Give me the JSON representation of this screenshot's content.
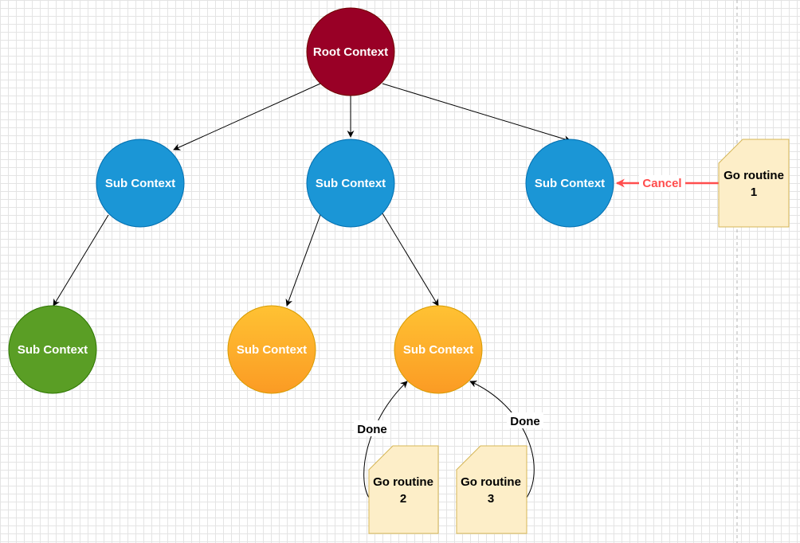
{
  "nodes": {
    "root": {
      "label": "Root Context",
      "color": "#990026"
    },
    "sub_left": {
      "label": "Sub Context",
      "color": "#1b96d6"
    },
    "sub_middle": {
      "label": "Sub Context",
      "color": "#1b96d6"
    },
    "sub_right": {
      "label": "Sub Context",
      "color": "#1b96d6"
    },
    "sub_green": {
      "label": "Sub Context",
      "color": "#5a9e25"
    },
    "sub_orange_left": {
      "label": "Sub Context",
      "color_top": "#ffc233",
      "color_bottom": "#fb9b24"
    },
    "sub_orange_right": {
      "label": "Sub Context",
      "color_top": "#ffc233",
      "color_bottom": "#fb9b24"
    }
  },
  "notes": {
    "go1": {
      "line1": "Go routine",
      "line2": "1",
      "fill": "#fdeec8",
      "stroke": "#d6b656"
    },
    "go2": {
      "line1": "Go routine",
      "line2": "2",
      "fill": "#fdeec8",
      "stroke": "#d6b656"
    },
    "go3": {
      "line1": "Go routine",
      "line2": "3",
      "fill": "#fdeec8",
      "stroke": "#d6b656"
    }
  },
  "edges": {
    "cancel": {
      "label": "Cancel",
      "color": "#ff4d4d"
    },
    "done_left": {
      "label": "Done",
      "color": "#000000"
    },
    "done_right": {
      "label": "Done",
      "color": "#000000"
    }
  }
}
